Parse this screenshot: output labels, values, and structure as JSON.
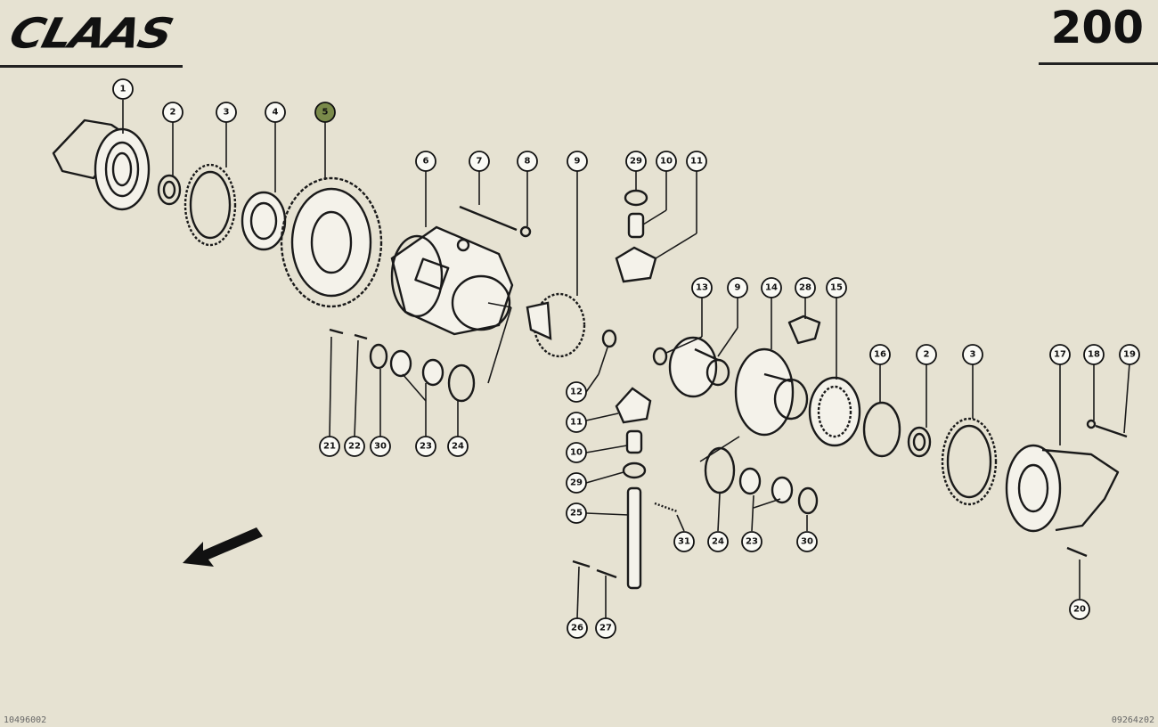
{
  "header": {
    "brand": "CLAAS",
    "page_number": "200"
  },
  "footer": {
    "left_code": "10496002",
    "right_code": "09264z02"
  },
  "callouts": [
    "1",
    "2",
    "3",
    "4",
    "5",
    "6",
    "7",
    "8",
    "9",
    "29",
    "10",
    "11",
    "13",
    "9",
    "14",
    "28",
    "15",
    "16",
    "2",
    "3",
    "17",
    "18",
    "19",
    "21",
    "22",
    "30",
    "23",
    "24",
    "12",
    "11",
    "10",
    "29",
    "25",
    "26",
    "27",
    "31",
    "24",
    "23",
    "30",
    "20"
  ],
  "direction_arrow": "arrow-down-left-icon"
}
